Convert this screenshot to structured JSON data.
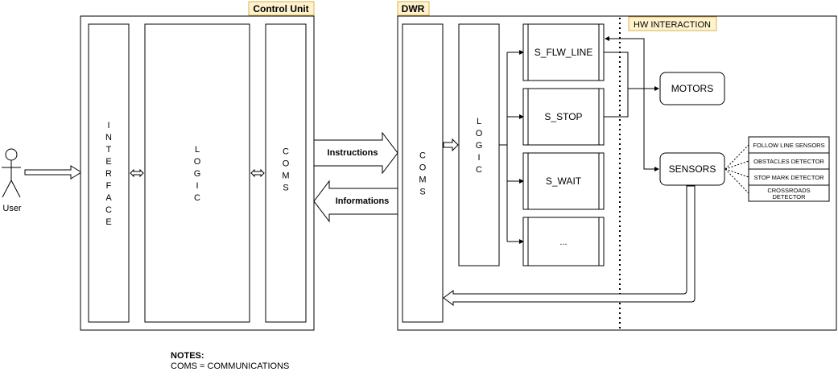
{
  "user": {
    "label": "User"
  },
  "control_unit": {
    "title": "Control Unit",
    "interface_letters": [
      "I",
      "N",
      "T",
      "E",
      "R",
      "F",
      "A",
      "C",
      "E"
    ],
    "logic_letters": [
      "L",
      "O",
      "G",
      "I",
      "C"
    ],
    "coms_letters": [
      "C",
      "O",
      "M",
      "S"
    ]
  },
  "arrows": {
    "instructions": "Instructions",
    "informations": "Informations"
  },
  "dwr": {
    "title": "DWR",
    "coms_letters": [
      "C",
      "O",
      "M",
      "S"
    ],
    "logic_letters": [
      "L",
      "O",
      "G",
      "I",
      "C"
    ],
    "states": [
      "S_FLW_LINE",
      "S_STOP",
      "S_WAIT",
      "..."
    ],
    "hw_interaction": "HW INTERACTION",
    "motors": "MOTORS",
    "sensors": "SENSORS",
    "sensor_list": [
      "FOLLOW LINE SENSORS",
      "OBSTACLES DETECTOR",
      "STOP MARK DETECTOR",
      "CROSSROADS",
      "DETECTOR"
    ]
  },
  "notes": {
    "heading": "NOTES:",
    "line": "COMS = COMMUNICATIONS"
  },
  "colors": {
    "title_bg": "#fff2cc",
    "title_border": "#d6b656"
  }
}
